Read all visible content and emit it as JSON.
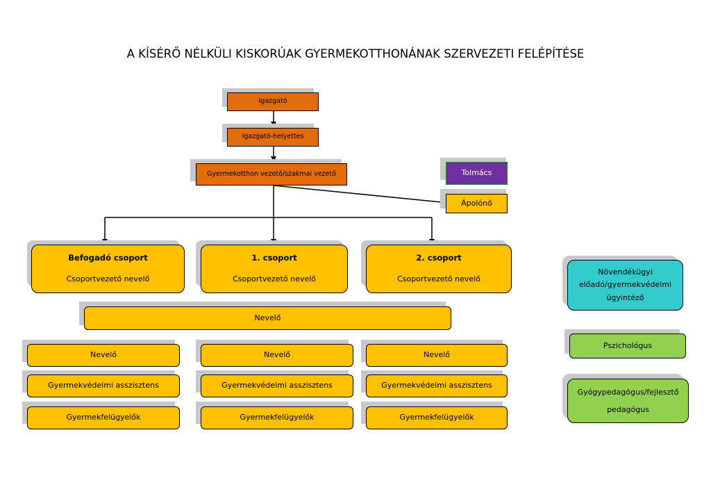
{
  "title": "A KÍSÉRŐ NÉLKÜLI KISKORÚAK GYERMEKOTTHONÁNAK SZERVEZETI FELÉPÍTÉSE",
  "hierarchy": {
    "director": "Igazgató",
    "deputy": "Igazgató-helyettes",
    "home_leader": "Gyermekotthon vezető/szakmai vezető"
  },
  "side_roles": {
    "interpreter": "Tolmács",
    "nurse": "Ápolónő"
  },
  "groups": [
    {
      "name": "Befogadó csoport",
      "lead": "Csoportvezető nevelő"
    },
    {
      "name": "1. csoport",
      "lead": "Csoportvezető nevelő"
    },
    {
      "name": "2. csoport",
      "lead": "Csoportvezető nevelő"
    }
  ],
  "shared_educator": "Nevelő",
  "group_staff": [
    {
      "educator": "Nevelő",
      "assistant": "Gyermekvédelmi asszisztens",
      "supervisors": "Gyermekfelügyelők"
    },
    {
      "educator": "Nevelő",
      "assistant": "Gyermekvédelmi asszisztens",
      "supervisors": "Gyermekfelügyelők"
    },
    {
      "educator": "Nevelő",
      "assistant": "Gyermekvédelmi asszisztens",
      "supervisors": "Gyermekfelügyelők"
    }
  ],
  "specialists": {
    "child_protection_line1": "Növendékügyi",
    "child_protection_line2": "előadó/gyermekvédelmi",
    "child_protection_line3": "ügyintéző",
    "psychologist": "Pszichológus",
    "special_ed_line1": "Gyógypedagógus/fejlesztő",
    "special_ed_line2": "pedagógus"
  },
  "colors": {
    "orange": "#e36c0a",
    "yellow": "#ffc000",
    "purple": "#7030a0",
    "cyan": "#33cccc",
    "green": "#92d050",
    "shadow": "#c8c8c8"
  }
}
